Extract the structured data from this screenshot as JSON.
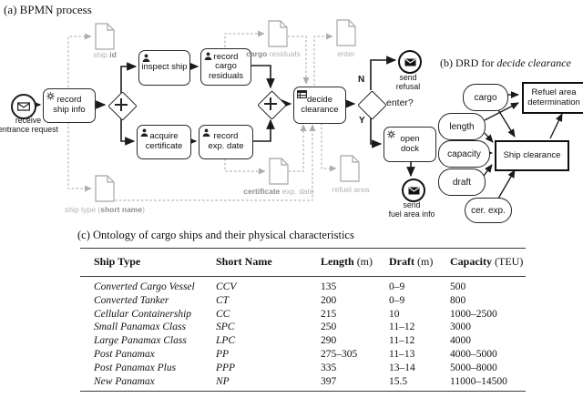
{
  "figure": {
    "panel_a_title": "(a) BPMN process",
    "panel_b_title_prefix": "(b) DRD for ",
    "panel_b_title_italic": "decide clearance",
    "panel_c_title": "(c) Ontology of cargo ships and their physical characteristics"
  },
  "bpmn": {
    "start_event_label": "receive\nentrance request",
    "tasks": {
      "record_ship_info": "record\nship info",
      "inspect_ship": "inspect ship",
      "record_cargo_residuals": "record\ncargo\nresiduals",
      "acquire_certificate": "acquire\ncertificate",
      "record_exp_date": "record\nexp. date",
      "decide_clearance": "decide\nclearance",
      "open_dock": "open\ndock"
    },
    "end_events": {
      "send_refusal": "send\nrefusal",
      "send_fuel_area_info": "send\nfuel area info"
    },
    "gateway_labels": {
      "enter_question": "enter?",
      "no": "N",
      "yes": "Y"
    },
    "data_objects": {
      "ship_id": {
        "pre": "ship ",
        "bold": "id",
        "post": ""
      },
      "cargo_residuals": {
        "pre": "",
        "bold": "cargo",
        "post": " residuals"
      },
      "enter": {
        "pre": "enter",
        "bold": "",
        "post": ""
      },
      "ship_type": {
        "pre": "ship type (",
        "bold": "short name",
        "post": ")"
      },
      "certificate_exp_date": {
        "pre": "",
        "bold": "certificate",
        "post": " exp. date"
      },
      "refuel_area": {
        "pre": "refuel area",
        "bold": "",
        "post": ""
      }
    }
  },
  "drd": {
    "inputs": [
      "cargo",
      "length",
      "capacity",
      "draft",
      "cer. exp."
    ],
    "decisions": {
      "refuel": "Refuel area\ndetermination",
      "clearance": "Ship clearance"
    }
  },
  "table": {
    "headers": [
      {
        "label": "Ship Type",
        "unit": ""
      },
      {
        "label": "Short Name",
        "unit": ""
      },
      {
        "label": "Length",
        "unit": " (m)"
      },
      {
        "label": "Draft",
        "unit": " (m)"
      },
      {
        "label": "Capacity",
        "unit": " (TEU)"
      }
    ],
    "rows": [
      {
        "type": "Converted Cargo Vessel",
        "short": "CCV",
        "length": "135",
        "draft": "0–9",
        "capacity": "500"
      },
      {
        "type": "Converted Tanker",
        "short": "CT",
        "length": "200",
        "draft": "0–9",
        "capacity": "800"
      },
      {
        "type": "Cellular Containership",
        "short": "CC",
        "length": "215",
        "draft": "10",
        "capacity": "1000–2500"
      },
      {
        "type": "Small Panamax Class",
        "short": "SPC",
        "length": "250",
        "draft": "11–12",
        "capacity": "3000"
      },
      {
        "type": "Large Panamax Class",
        "short": "LPC",
        "length": "290",
        "draft": "11–12",
        "capacity": "4000"
      },
      {
        "type": "Post Panamax",
        "short": "PP",
        "length": "275–305",
        "draft": "11–13",
        "capacity": "4000–5000"
      },
      {
        "type": "Post Panamax Plus",
        "short": "PPP",
        "length": "335",
        "draft": "13–14",
        "capacity": "5000–8000"
      },
      {
        "type": "New Panamax",
        "short": "NP",
        "length": "397",
        "draft": "15.5",
        "capacity": "11000–14500"
      }
    ]
  }
}
